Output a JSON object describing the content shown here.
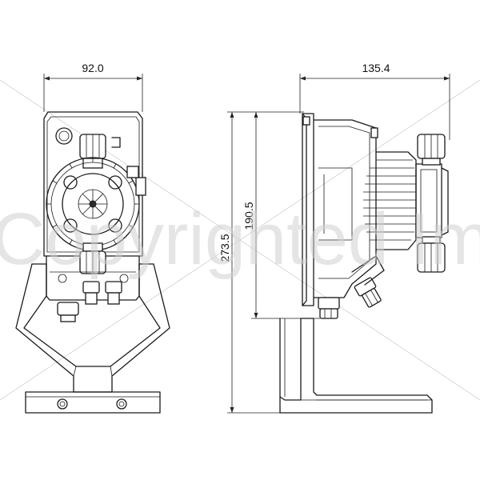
{
  "dimensions": {
    "front_width": "92.0",
    "side_depth": "135.4",
    "body_height": "190.5",
    "total_height": "273.5"
  },
  "watermark": {
    "text": "Copyrighted Image"
  },
  "colors": {
    "line": "#1a1a1a",
    "watermark": "#cfcfcf",
    "background": "#ffffff"
  }
}
